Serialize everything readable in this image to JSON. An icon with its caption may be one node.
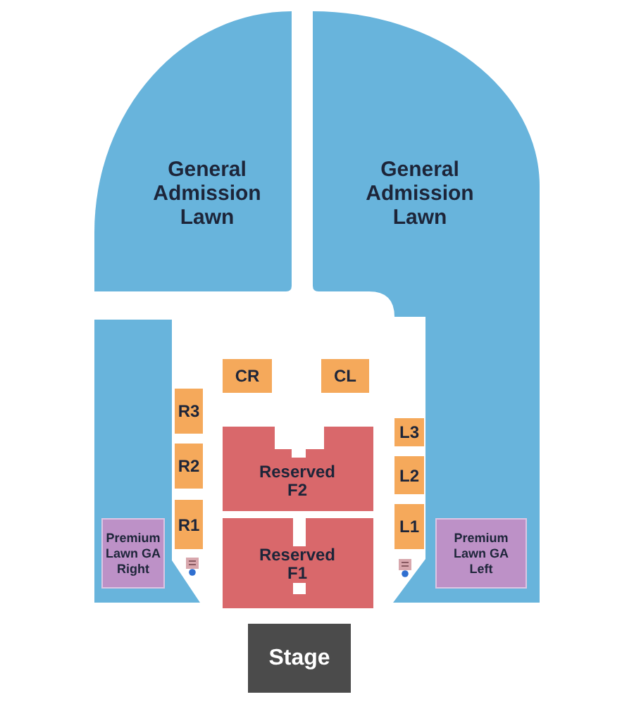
{
  "diagram": {
    "nodes": [
      {
        "text": [
          "General Admission Lawn"
        ]
      },
      {
        "text": [
          "General Admission Lawn"
        ]
      },
      {
        "text": [],
        "shape": "box"
      },
      {
        "text": [
          "CR"
        ]
      },
      {
        "text": [
          "CL"
        ]
      },
      {
        "text": [
          "R3"
        ]
      },
      {
        "text": [
          "R2"
        ]
      },
      {
        "text": [
          "R1"
        ]
      },
      {
        "text": [
          "Reserved F2"
        ]
      },
      {
        "text": [
          "Reserved F1"
        ]
      },
      {
        "text": [
          "L3"
        ]
      },
      {
        "text": [
          "L2"
        ]
      },
      {
        "text": [
          "L1"
        ]
      },
      {
        "text": [
          "Premium Lawn GA Right"
        ],
        "in": 2
      },
      {
        "text": [
          "Premium Lawn GA Left"
        ],
        "in": 1
      },
      {
        "text": [
          "Stage"
        ]
      }
    ]
  }
}
